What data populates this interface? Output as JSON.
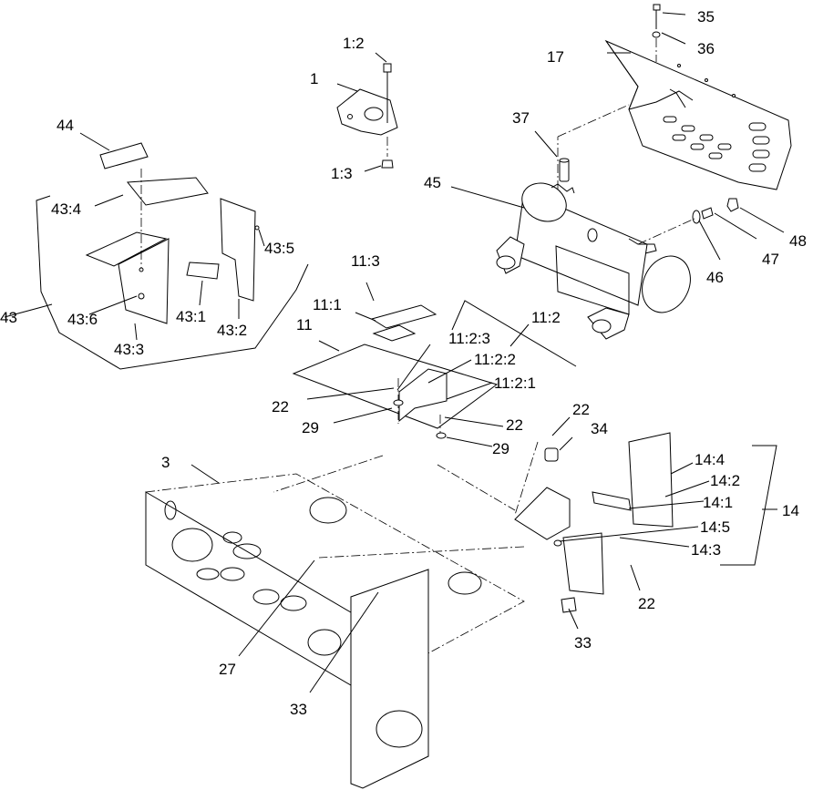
{
  "title": "",
  "callouts": [
    "1",
    "1:2",
    "1:3",
    "3",
    "11",
    "11:1",
    "11:2",
    "11:2:1",
    "11:2:2",
    "11:2:3",
    "11:3",
    "14",
    "14:1",
    "14:2",
    "14:3",
    "14:4",
    "14:5",
    "17",
    "22",
    "22",
    "22",
    "22",
    "27",
    "29",
    "29",
    "33",
    "33",
    "34",
    "35",
    "36",
    "37",
    "43",
    "43:1",
    "43:2",
    "43:3",
    "43:4",
    "43:5",
    "43:6",
    "44",
    "45",
    "46",
    "47",
    "48"
  ]
}
